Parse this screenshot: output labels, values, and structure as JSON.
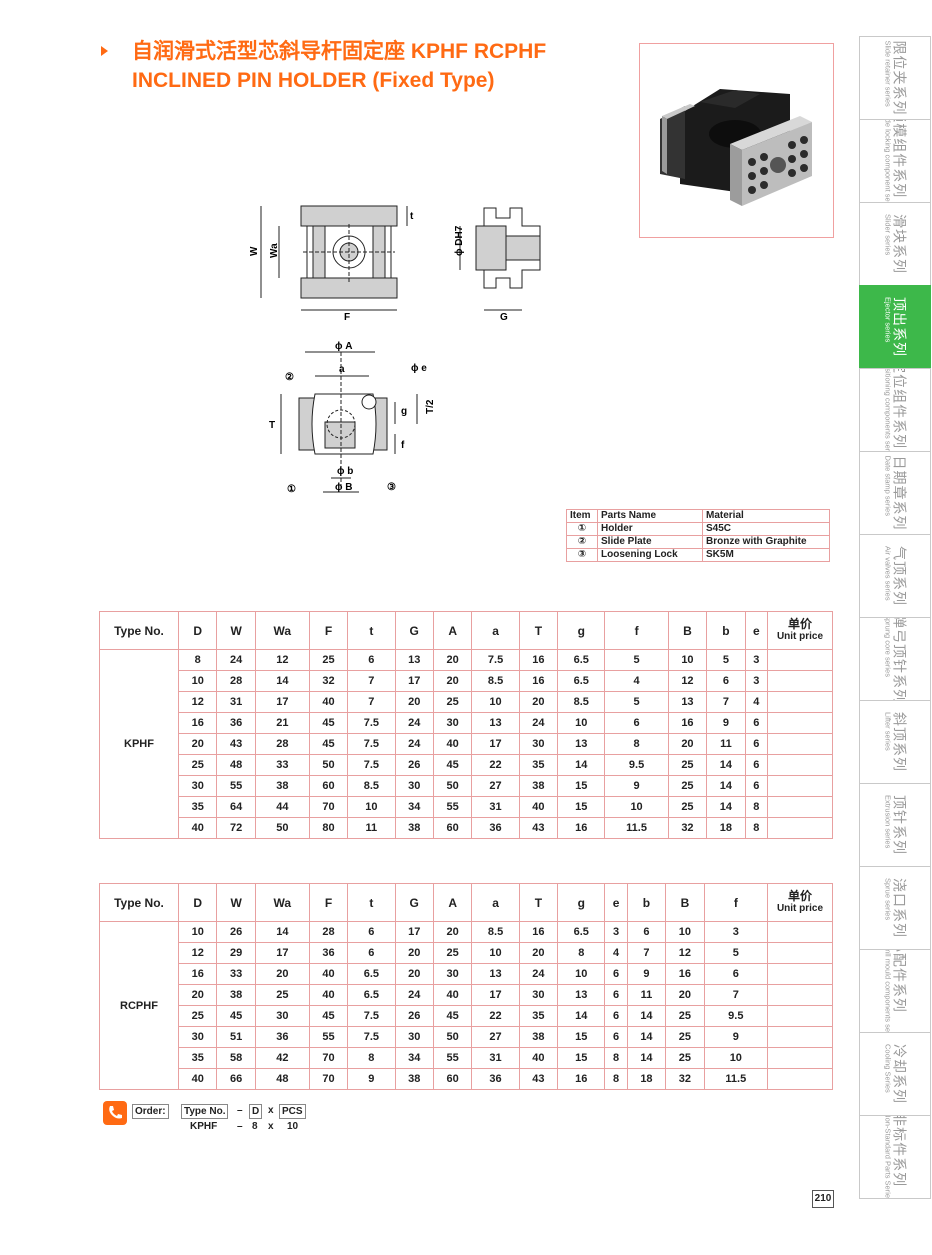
{
  "title": {
    "cn": "自润滑式活型芯斜导杆固定座 KPHF RCPHF",
    "en": "INCLINED PIN HOLDER  (Fixed Type)"
  },
  "drawing_labels": {
    "W": "W",
    "Wa": "Wa",
    "F": "F",
    "t": "t",
    "D": "ϕ DH7",
    "G": "G",
    "A": "ϕ A",
    "a": "a",
    "e": "ϕ e",
    "g": "g",
    "T2": "T/2",
    "T": "T",
    "f": "f",
    "b": "ϕ b",
    "B": "ϕ B",
    "n1": "①",
    "n2": "②",
    "n3": "③"
  },
  "parts_table": {
    "headers": [
      "Item",
      "Parts Name",
      "Material"
    ],
    "rows": [
      [
        "①",
        "Holder",
        "S45C"
      ],
      [
        "②",
        "Slide Plate",
        "Bronze with Graphite"
      ],
      [
        "③",
        "Loosening Lock",
        "SK5M"
      ]
    ]
  },
  "kphf": {
    "type_label": "Type No.",
    "type_name": "KPHF",
    "price_cn": "单价",
    "price_en": "Unit price",
    "columns": [
      "D",
      "W",
      "Wa",
      "F",
      "t",
      "G",
      "A",
      "a",
      "T",
      "g",
      "f",
      "B",
      "b",
      "e"
    ],
    "rows": [
      [
        "8",
        "24",
        "12",
        "25",
        "6",
        "13",
        "20",
        "7.5",
        "16",
        "6.5",
        "5",
        "10",
        "5",
        "3"
      ],
      [
        "10",
        "28",
        "14",
        "32",
        "7",
        "17",
        "20",
        "8.5",
        "16",
        "6.5",
        "4",
        "12",
        "6",
        "3"
      ],
      [
        "12",
        "31",
        "17",
        "40",
        "7",
        "20",
        "25",
        "10",
        "20",
        "8.5",
        "5",
        "13",
        "7",
        "4"
      ],
      [
        "16",
        "36",
        "21",
        "45",
        "7.5",
        "24",
        "30",
        "13",
        "24",
        "10",
        "6",
        "16",
        "9",
        "6"
      ],
      [
        "20",
        "43",
        "28",
        "45",
        "7.5",
        "24",
        "40",
        "17",
        "30",
        "13",
        "8",
        "20",
        "11",
        "6"
      ],
      [
        "25",
        "48",
        "33",
        "50",
        "7.5",
        "26",
        "45",
        "22",
        "35",
        "14",
        "9.5",
        "25",
        "14",
        "6"
      ],
      [
        "30",
        "55",
        "38",
        "60",
        "8.5",
        "30",
        "50",
        "27",
        "38",
        "15",
        "9",
        "25",
        "14",
        "6"
      ],
      [
        "35",
        "64",
        "44",
        "70",
        "10",
        "34",
        "55",
        "31",
        "40",
        "15",
        "10",
        "25",
        "14",
        "8"
      ],
      [
        "40",
        "72",
        "50",
        "80",
        "11",
        "38",
        "60",
        "36",
        "43",
        "16",
        "11.5",
        "32",
        "18",
        "8"
      ]
    ]
  },
  "rcphf": {
    "type_label": "Type No.",
    "type_name": "RCPHF",
    "price_cn": "单价",
    "price_en": "Unit price",
    "columns": [
      "D",
      "W",
      "Wa",
      "F",
      "t",
      "G",
      "A",
      "a",
      "T",
      "g",
      "e",
      "b",
      "B",
      "f"
    ],
    "rows": [
      [
        "10",
        "26",
        "14",
        "28",
        "6",
        "17",
        "20",
        "8.5",
        "16",
        "6.5",
        "3",
        "6",
        "10",
        "3"
      ],
      [
        "12",
        "29",
        "17",
        "36",
        "6",
        "20",
        "25",
        "10",
        "20",
        "8",
        "4",
        "7",
        "12",
        "5"
      ],
      [
        "16",
        "33",
        "20",
        "40",
        "6.5",
        "20",
        "30",
        "13",
        "24",
        "10",
        "6",
        "9",
        "16",
        "6"
      ],
      [
        "20",
        "38",
        "25",
        "40",
        "6.5",
        "24",
        "40",
        "17",
        "30",
        "13",
        "6",
        "11",
        "20",
        "7"
      ],
      [
        "25",
        "45",
        "30",
        "45",
        "7.5",
        "26",
        "45",
        "22",
        "35",
        "14",
        "6",
        "14",
        "25",
        "9.5"
      ],
      [
        "30",
        "51",
        "36",
        "55",
        "7.5",
        "30",
        "50",
        "27",
        "38",
        "15",
        "6",
        "14",
        "25",
        "9"
      ],
      [
        "35",
        "58",
        "42",
        "70",
        "8",
        "34",
        "55",
        "31",
        "40",
        "15",
        "8",
        "14",
        "25",
        "10"
      ],
      [
        "40",
        "66",
        "48",
        "70",
        "9",
        "38",
        "60",
        "36",
        "43",
        "16",
        "8",
        "18",
        "32",
        "11.5"
      ]
    ]
  },
  "order": {
    "label": "Order:",
    "type_box": "Type No.",
    "dash1": "–",
    "d_box": "D",
    "x1": "x",
    "pcs_box": "PCS",
    "ex_type": "KPHF",
    "ex_dash": "–",
    "ex_d": "8",
    "ex_x": "x",
    "ex_pcs": "10"
  },
  "side_tabs": [
    {
      "cn": "限位夹系列",
      "en": "Slide retainer series",
      "active": false
    },
    {
      "cn": "锁模组件系列",
      "en": "Mode locking component series",
      "active": false
    },
    {
      "cn": "滑块系列",
      "en": "Slider series",
      "active": false
    },
    {
      "cn": "顶出系列",
      "en": "Ejector series",
      "active": true
    },
    {
      "cn": "定位组件系列",
      "en": "Positioning components series",
      "active": false
    },
    {
      "cn": "日期章系列",
      "en": "Date stamp series",
      "active": false
    },
    {
      "cn": "气顶系列",
      "en": "Air valves series",
      "active": false
    },
    {
      "cn": "弹弓顶针系列",
      "en": "Sprung core series",
      "active": false
    },
    {
      "cn": "斜顶系列",
      "en": "Lifter series",
      "active": false
    },
    {
      "cn": "顶针系列",
      "en": "Extrusion series",
      "active": false
    },
    {
      "cn": "浇口系列",
      "en": "Sprue series",
      "active": false
    },
    {
      "cn": "小配件系列",
      "en": "Samll mould components series",
      "active": false
    },
    {
      "cn": "冷却系列",
      "en": "Cooling Series",
      "active": false
    },
    {
      "cn": "非标件系列",
      "en": "Non-Standard Parts Series",
      "active": false
    }
  ],
  "page_number": "210",
  "colors": {
    "accent": "#ff6a13",
    "active_tab": "#3db84a",
    "table_border": "#e8a0a0"
  }
}
